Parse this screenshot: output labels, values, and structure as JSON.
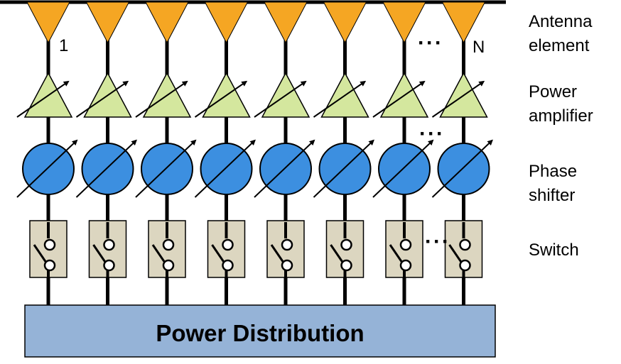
{
  "labels": {
    "antenna": [
      "Antenna",
      "element"
    ],
    "amplifier": [
      "Power",
      "amplifier"
    ],
    "phase": [
      "Phase",
      "shifter"
    ],
    "switch": "Switch"
  },
  "index_first": "1",
  "index_last": "N",
  "ellipsis": "···",
  "power_distribution": "Power Distribution",
  "element_count": 8,
  "colors": {
    "antenna": "#F5A623",
    "amplifier": "#D4E79E",
    "phase_shifter": "#3C8FE0",
    "switch_box": "#DCD6C0",
    "power_distribution": "#95B3D7",
    "line": "#000000"
  }
}
